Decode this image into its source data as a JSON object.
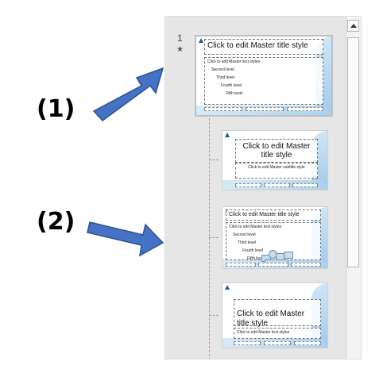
{
  "annotations": {
    "label1": "(1)",
    "label2": "(2)"
  },
  "slide_panel": {
    "slide_number": "1",
    "star_icon": "★"
  },
  "master_slide": {
    "title": "Click to edit Master title style",
    "body": [
      "Click to edit Master text styles",
      "Second level",
      "Third level",
      "Fourth level",
      "Fifth level"
    ]
  },
  "layouts": [
    {
      "title": "Click to edit Master title style",
      "subtitle": "Click to edit Master subtitle style"
    },
    {
      "title": "Click to edit Master title style",
      "body": [
        "Click to edit Master text styles",
        "Second level",
        "Third level",
        "Fourth level",
        "Fifth level"
      ]
    },
    {
      "title": "Click to edit Master title style",
      "body": [
        "Click to edit Master text styles"
      ]
    }
  ],
  "colors": {
    "arrow": "#4472C4",
    "brace": "#4472C4",
    "pane": "#e6e6e6"
  }
}
